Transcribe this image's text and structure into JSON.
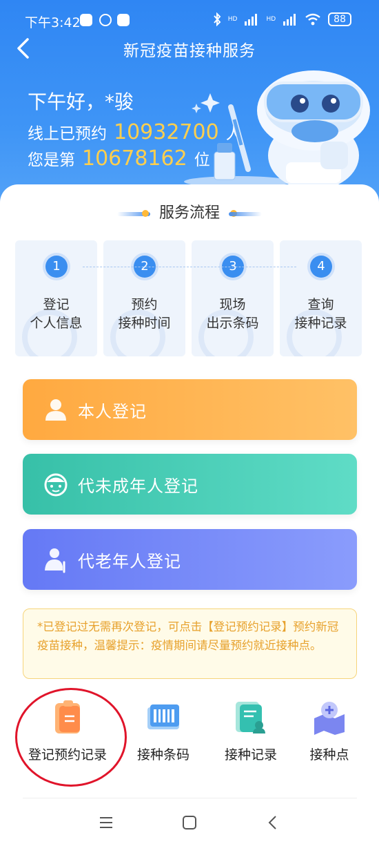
{
  "status_bar": {
    "time": "下午3:42",
    "battery": "88",
    "hd1": "HD",
    "hd2": "HD"
  },
  "header": {
    "title": "新冠疫苗接种服务",
    "back_icon": "chevron-left-icon"
  },
  "greeting": {
    "text": "下午好，*骏",
    "line1_prefix": "线上已预约",
    "line1_number": "10932700",
    "line1_suffix": "人",
    "line2_prefix": "您是第",
    "line2_number": "10678162",
    "line2_suffix": "位"
  },
  "service_flow": {
    "title": "服务流程",
    "steps": [
      {
        "num": "1",
        "line1": "登记",
        "line2": "个人信息"
      },
      {
        "num": "2",
        "line1": "预约",
        "line2": "接种时间"
      },
      {
        "num": "3",
        "line1": "现场",
        "line2": "出示条码"
      },
      {
        "num": "4",
        "line1": "查询",
        "line2": "接种记录"
      }
    ]
  },
  "register_buttons": [
    {
      "label": "本人登记",
      "icon": "person-icon",
      "color": "#ffa940"
    },
    {
      "label": "代未成年人登记",
      "icon": "child-face-icon",
      "color": "#37c0a8"
    },
    {
      "label": "代老年人登记",
      "icon": "elder-person-icon",
      "color": "#6579f5"
    }
  ],
  "notice": {
    "text": "*已登记过无需再次登记，可点击【登记预约记录】预约新冠疫苗接种，温馨提示：疫情期间请尽量预约就近接种点。"
  },
  "quick_actions": [
    {
      "label": "登记预约记录",
      "icon": "clipboard-icon"
    },
    {
      "label": "接种条码",
      "icon": "barcode-icon"
    },
    {
      "label": "接种记录",
      "icon": "record-doc-icon"
    },
    {
      "label": "接种点",
      "icon": "map-location-icon"
    }
  ],
  "nav": {
    "menu_icon": "menu-icon",
    "home_icon": "home-square-icon",
    "back_icon": "back-triangle-icon"
  },
  "colors": {
    "header_blue": "#2f86f3",
    "highlight_number": "#ffcf4d",
    "step_blue": "#3a8ef0",
    "notice_text": "#e7a12c",
    "annotation_circle": "#e0142a"
  }
}
